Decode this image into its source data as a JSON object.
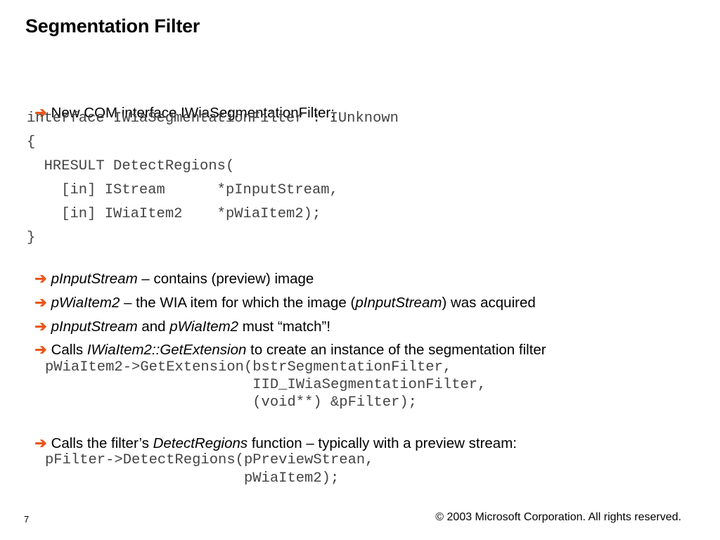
{
  "slide": {
    "title": "Segmentation Filter",
    "bullet1": "New COM interface IWiaSegmentationFilter:",
    "code_lines": [
      "interface IWiaSegmentationFilter : IUnknown",
      "{",
      "  HRESULT DetectRegions(",
      "    [in] IStream      *pInputStream,",
      "    [in] IWiaItem2    *pWiaItem2);",
      "}"
    ],
    "bullet2": {
      "italic": "pInputStream",
      "rest": " – contains (preview) image"
    },
    "bullet3": {
      "italic1": "pWiaItem2",
      "text1": " – the WIA item for which the image (",
      "italic2": "pInputStream",
      "text2": ") was acquired"
    },
    "bullet4": {
      "italic1": "pInputStream",
      "text1": " and ",
      "italic2": "pWiaItem2",
      "text2": " must “match”!"
    },
    "bullet5": {
      "text1": "Calls ",
      "italic": "IWiaItem2::GetExtension",
      "text2": " to create an instance of the segmentation filter"
    },
    "code_getext": [
      "pWiaItem2->GetExtension(bstrSegmentationFilter,",
      "                        IID_IWiaSegmentationFilter,",
      "                        (void**) &pFilter);"
    ],
    "bullet6": {
      "text1": "Calls the filter’s ",
      "italic": "DetectRegions",
      "text2": " function – typically with a preview stream:"
    },
    "code_detect": [
      "pFilter->DetectRegions(pPreviewStrean,",
      "                       pWiaItem2);"
    ],
    "arrow_glyph": "➔",
    "page_number": "7",
    "copyright": "© 2003 Microsoft Corporation. All rights reserved."
  },
  "colors": {
    "arrow": "#e8571c",
    "code": "#444444"
  }
}
